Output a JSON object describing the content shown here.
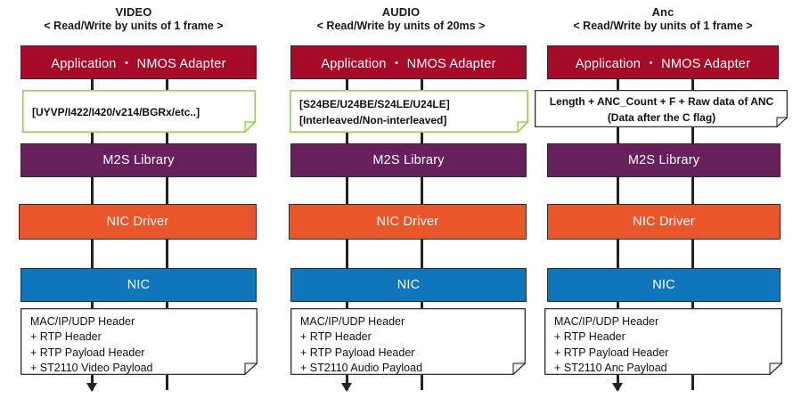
{
  "diagram": {
    "title": "ST2110 Video / Audio / Anc media stack data flow",
    "colors": {
      "application": "#A50A28",
      "library": "#66215C",
      "driver": "#E8562A",
      "nic": "#1076BC",
      "note_border_green": "#8CC63F",
      "note_border_black": "#1a1a1a",
      "line": "#222222"
    }
  },
  "columns": [
    {
      "id": "video",
      "title": "VIDEO",
      "subtitle": "< Read/Write by units of 1 frame >",
      "application": "Application ・ NMOS Adapter",
      "format_note": {
        "border": "green",
        "align": "left",
        "lines": [
          "[UYVP/I422/I420/v214/BGRx/etc..]"
        ]
      },
      "library": "M2S Library",
      "driver": "NIC Driver",
      "nic": "NIC",
      "packet_note": {
        "border": "black",
        "align": "left",
        "lines": [
          "MAC/IP/UDP Header",
          "+ RTP Header",
          "+ RTP Payload Header",
          "+ ST2110 Video Payload"
        ]
      }
    },
    {
      "id": "audio",
      "title": "AUDIO",
      "subtitle": "< Read/Write by units of 20ms >",
      "application": "Application ・ NMOS Adapter",
      "format_note": {
        "border": "green",
        "align": "left",
        "lines": [
          "[S24BE/U24BE/S24LE/U24LE]",
          "[Interleaved/Non-interleaved]"
        ]
      },
      "library": "M2S Library",
      "driver": "NIC Driver",
      "nic": "NIC",
      "packet_note": {
        "border": "black",
        "align": "left",
        "lines": [
          "MAC/IP/UDP Header",
          "+ RTP Header",
          "+ RTP Payload Header",
          "+ ST2110 Audio Payload"
        ]
      }
    },
    {
      "id": "anc",
      "title": "Anc",
      "subtitle": "< Read/Write by units of 1 frame >",
      "application": "Application ・ NMOS Adapter",
      "format_note": {
        "border": "black",
        "align": "center",
        "lines": [
          "Length + ANC_Count + F + Raw data of ANC",
          "(Data after the C flag)"
        ]
      },
      "library": "M2S Library",
      "driver": "NIC Driver",
      "nic": "NIC",
      "packet_note": {
        "border": "black",
        "align": "left",
        "lines": [
          "MAC/IP/UDP Header",
          "+ RTP Header",
          "+ RTP Payload Header",
          "+ ST2110 Anc Payload"
        ]
      }
    }
  ]
}
